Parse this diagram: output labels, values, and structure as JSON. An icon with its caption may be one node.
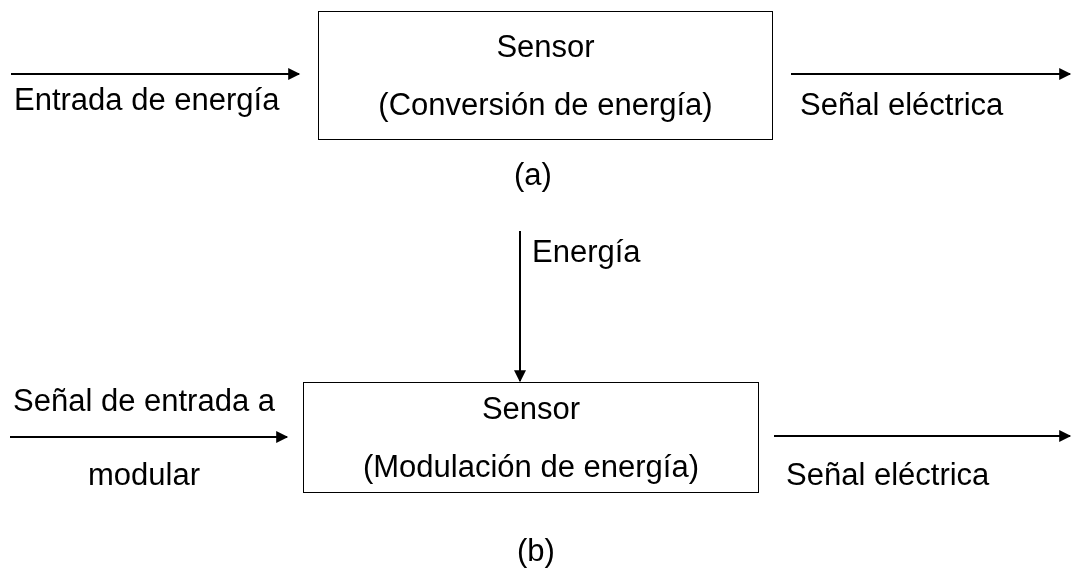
{
  "diagram": {
    "nodes": [
      {
        "text": [
          "Sensor",
          "(Conversión de energía)"
        ]
      },
      {
        "text": [
          "Sensor",
          "(Modulación de energía)"
        ]
      }
    ],
    "edges": [
      {
        "from": null,
        "to": 0,
        "arrow": "to",
        "label": "Entrada de energía"
      },
      {
        "from": 0,
        "to": null,
        "arrow": "to",
        "label": "Señal eléctrica"
      },
      {
        "from": null,
        "to": 1,
        "arrow": "to",
        "label": "Energía"
      },
      {
        "from": null,
        "to": 1,
        "arrow": "to",
        "label": "Señal de entrada a modular"
      },
      {
        "from": 1,
        "to": null,
        "arrow": "to",
        "label": "Señal eléctrica"
      }
    ],
    "labels": [
      "(a)",
      "(b)"
    ]
  }
}
